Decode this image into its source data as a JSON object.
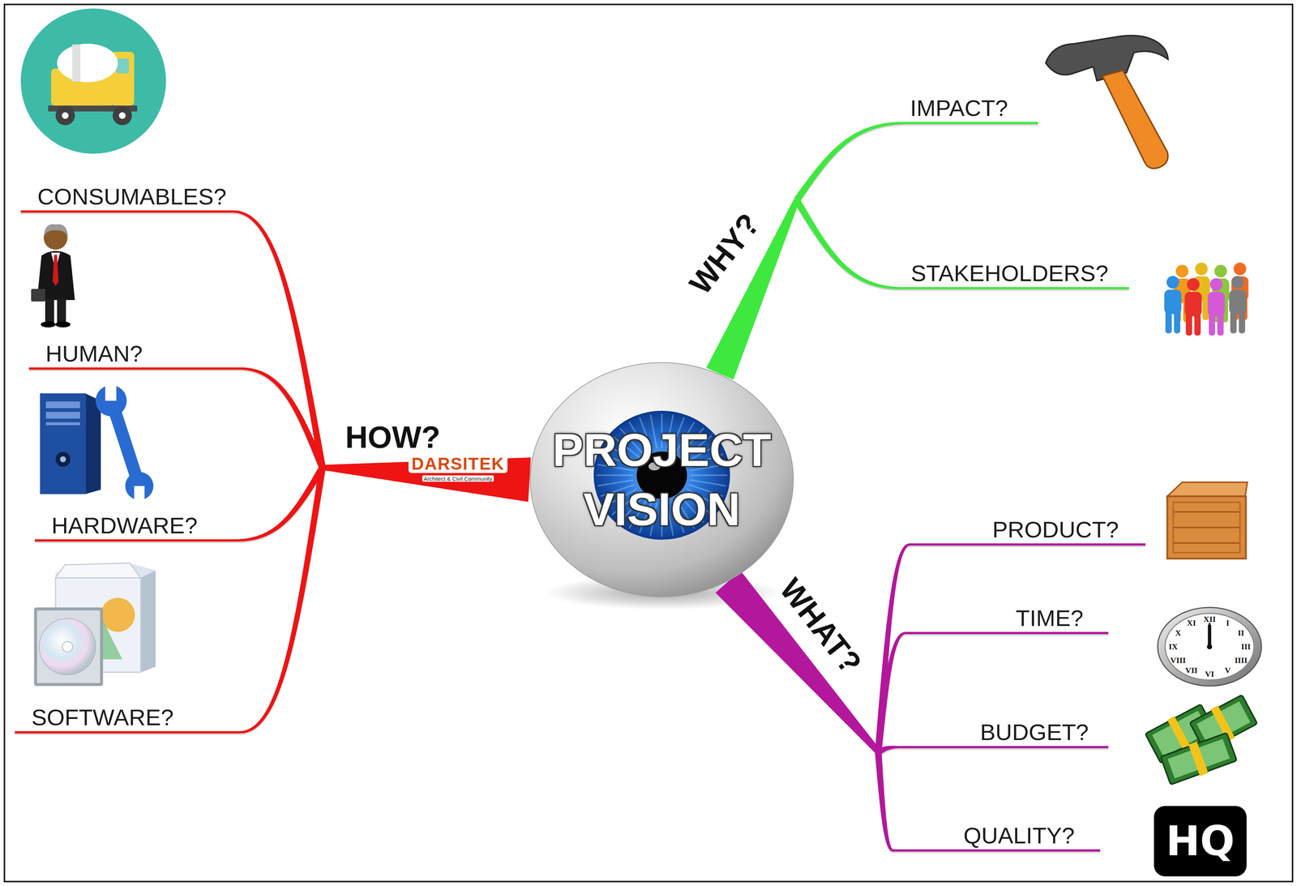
{
  "diagram": {
    "nodes": [
      {
        "text": [
          "PROJECT VISION"
        ]
      },
      {
        "text": [
          "WHY?"
        ]
      },
      {
        "text": [
          "IMPACT?"
        ]
      },
      {
        "text": [
          "STAKEHOLDERS?"
        ]
      },
      {
        "text": [
          "HOW?"
        ]
      },
      {
        "text": [
          "CONSUMABLES?"
        ]
      },
      {
        "text": [
          "HUMAN?"
        ]
      },
      {
        "text": [
          "HARDWARE?"
        ]
      },
      {
        "text": [
          "SOFTWARE?"
        ]
      },
      {
        "text": [
          "WHAT?"
        ]
      },
      {
        "text": [
          "PRODUCT?"
        ]
      },
      {
        "text": [
          "TIME?"
        ]
      },
      {
        "text": [
          "BUDGET?"
        ]
      },
      {
        "text": [
          "QUALITY?"
        ]
      },
      {
        "text": [
          "HQ"
        ]
      }
    ],
    "edges": [
      {
        "from": 0,
        "to": 1,
        "arrow": "none"
      },
      {
        "from": 1,
        "to": 2,
        "arrow": "none"
      },
      {
        "from": 1,
        "to": 3,
        "arrow": "none"
      },
      {
        "from": 0,
        "to": 4,
        "arrow": "none"
      },
      {
        "from": 4,
        "to": 5,
        "arrow": "none"
      },
      {
        "from": 4,
        "to": 6,
        "arrow": "none"
      },
      {
        "from": 4,
        "to": 7,
        "arrow": "none"
      },
      {
        "from": 4,
        "to": 8,
        "arrow": "none"
      },
      {
        "from": 0,
        "to": 9,
        "arrow": "none"
      },
      {
        "from": 9,
        "to": 10,
        "arrow": "none"
      },
      {
        "from": 9,
        "to": 11,
        "arrow": "none"
      },
      {
        "from": 9,
        "to": 12,
        "arrow": "none"
      },
      {
        "from": 9,
        "to": 13,
        "arrow": "none"
      }
    ],
    "labels": [
      "DARSITEK",
      "Architect & Civil Community",
      "XII",
      "I",
      "II",
      "III",
      "IIII",
      "V",
      "VI",
      "VII",
      "VIII",
      "IX",
      "X",
      "XI"
    ]
  }
}
